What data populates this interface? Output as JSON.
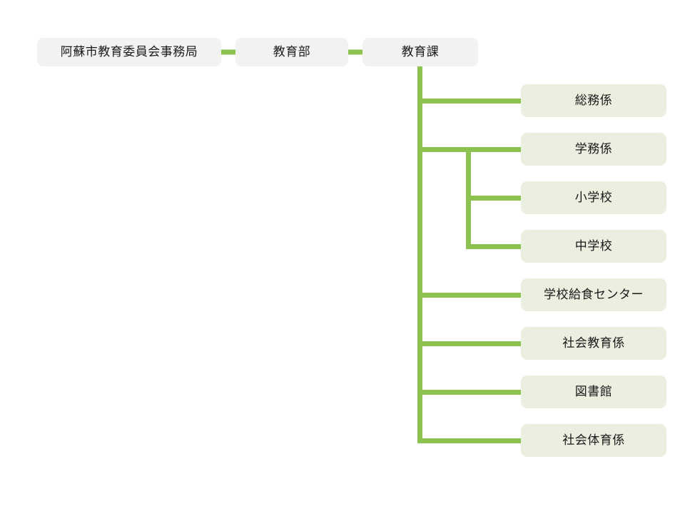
{
  "chart_data": {
    "type": "diagram",
    "subtype": "organization-chart",
    "title": "",
    "orientation": "left-to-right",
    "colors": {
      "connector": "#8cc350",
      "top_node_fill": "#f2f2f0",
      "child_node_fill": "#eaefe0",
      "text": "#1a1a1a",
      "background": "#ffffff"
    },
    "nodes": [
      {
        "id": "bureau",
        "label": "阿蘇市教育委員会事務局",
        "level": 0,
        "parent": null
      },
      {
        "id": "dept",
        "label": "教育部",
        "level": 1,
        "parent": "bureau"
      },
      {
        "id": "division",
        "label": "教育課",
        "level": 2,
        "parent": "dept"
      },
      {
        "id": "general",
        "label": "総務係",
        "level": 3,
        "parent": "division"
      },
      {
        "id": "academic",
        "label": "学務係",
        "level": 3,
        "parent": "division"
      },
      {
        "id": "elementary",
        "label": "小学校",
        "level": 4,
        "parent": "academic"
      },
      {
        "id": "juniorhigh",
        "label": "中学校",
        "level": 4,
        "parent": "academic"
      },
      {
        "id": "lunch",
        "label": "学校給食センター",
        "level": 3,
        "parent": "division"
      },
      {
        "id": "socialedu",
        "label": "社会教育係",
        "level": 3,
        "parent": "division"
      },
      {
        "id": "library",
        "label": "図書館",
        "level": 3,
        "parent": "division"
      },
      {
        "id": "sports",
        "label": "社会体育係",
        "level": 3,
        "parent": "division"
      }
    ],
    "edges": [
      {
        "from": "bureau",
        "to": "dept"
      },
      {
        "from": "dept",
        "to": "division"
      },
      {
        "from": "division",
        "to": "general"
      },
      {
        "from": "division",
        "to": "academic"
      },
      {
        "from": "academic",
        "to": "elementary"
      },
      {
        "from": "academic",
        "to": "juniorhigh"
      },
      {
        "from": "division",
        "to": "lunch"
      },
      {
        "from": "division",
        "to": "socialedu"
      },
      {
        "from": "division",
        "to": "library"
      },
      {
        "from": "division",
        "to": "sports"
      }
    ]
  },
  "top_row": {
    "bureau": "阿蘇市教育委員会事務局",
    "dept": "教育部",
    "division": "教育課"
  },
  "children": {
    "general": "総務係",
    "academic": "学務係",
    "elementary": "小学校",
    "juniorhigh": "中学校",
    "lunch": "学校給食センター",
    "socialedu": "社会教育係",
    "library": "図書館",
    "sports": "社会体育係"
  }
}
